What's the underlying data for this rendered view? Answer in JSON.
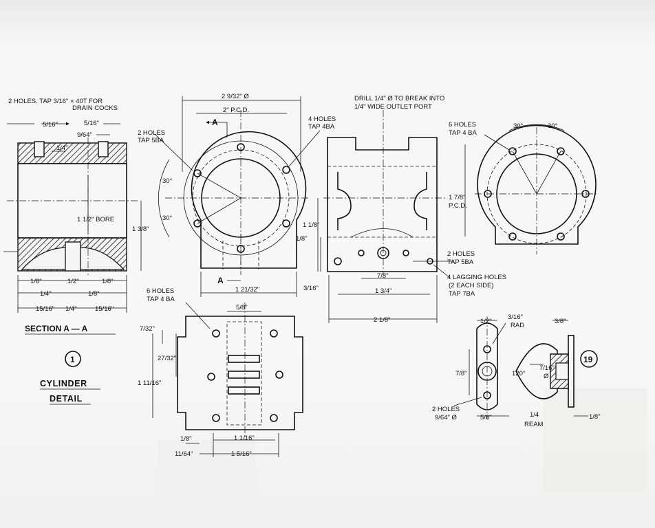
{
  "drawing": {
    "section_view": {
      "note_drain": "2 HOLES. TAP 3/16\" × 40T FOR",
      "note_drain_2": "DRAIN COCKS",
      "dim_5_16_a": "5/16\"",
      "dim_5_16_b": "5/16\"",
      "dim_9_64": "9/64\"",
      "dim_1_4_top": "1/4\"",
      "bore": "1 1/2\" BORE",
      "height": "1 3/8\"",
      "dim_1_8_a": "1/8\"",
      "dim_1_2": "1/2\"",
      "dim_1_8_b": "1/8\"",
      "dim_1_4_left": "1/4\"",
      "dim_1_8_c": "1/8\"",
      "dim_15_16_a": "15/16\"",
      "dim_1_4_mid": "1/4\"",
      "dim_15_16_b": "15/16\"",
      "section_label": "SECTION  A — A"
    },
    "title": {
      "number": "1",
      "line1": "CYLINDER",
      "line2": "DETAIL"
    },
    "front_view": {
      "dia": "2 9/32\" Ø",
      "pcd": "2\" P.C.D.",
      "arrow_a_top": "A",
      "arrow_a_bottom": "A",
      "note_2holes": "2 HOLES",
      "note_2holes_tap": "TAP 5BA",
      "note_4holes": "4 HOLES",
      "note_4holes_tap": "TAP 4BA",
      "angle_top": "30°",
      "angle_bottom": "30°",
      "width": "1 21/32\""
    },
    "side_view": {
      "note_drill": "DRILL 1/4\" Ø TO BREAK INTO",
      "note_drill_2": "1/4\" WIDE OUTLET PORT",
      "dim_1_1_8": "1 1/8\"",
      "dim_1_8": "1/8\"",
      "dim_3_16": "3/16\"",
      "dim_7_8": "7/8\"",
      "dim_1_3_4": "1 3/4\"",
      "dim_2_1_8": "2 1/8\"",
      "note_2holes": "2 HOLES",
      "note_2holes_tap": "TAP 5BA",
      "note_lagging": "4 LAGGING HOLES",
      "note_lagging_2": "(2 EACH SIDE)",
      "note_lagging_3": "TAP 7BA"
    },
    "end_view": {
      "note_6holes": "6 HOLES",
      "note_6holes_tap": "TAP 4 BA",
      "angle_a": "30°",
      "angle_b": "30°",
      "pcd": "1 7/8\"",
      "pcd_label": "P.C.D."
    },
    "plan_view": {
      "note_6holes": "6 HOLES",
      "note_6holes_tap": "TAP 4 BA",
      "dim_5_8": "5/8\"",
      "dim_7_32": "7/32\"",
      "dim_27_32": "27/32\"",
      "dim_1_11_16": "1 11/16\"",
      "dim_1_8": "1/8\"",
      "dim_1_1_16": "1 1/16\"",
      "dim_11_64": "11/64\"",
      "dim_1_5_16": "1 5/16\""
    },
    "flange_detail": {
      "dim_1_2": "1/2\"",
      "rad": "3/16\"",
      "rad_label": "RAD",
      "dim_7_8": "7/8\"",
      "angle": "120°",
      "dim_7_16": "7/16\"",
      "dim_7_16_sym": "Ø",
      "note_2holes": "2 HOLES",
      "note_2holes_dia": "9/64\" Ø",
      "dim_5_8": "5/8\"",
      "ream": "1/4",
      "ream_label": "REAM",
      "dim_3_8": "3/8\"",
      "dim_1_8": "1/8\"",
      "number": "19"
    }
  }
}
